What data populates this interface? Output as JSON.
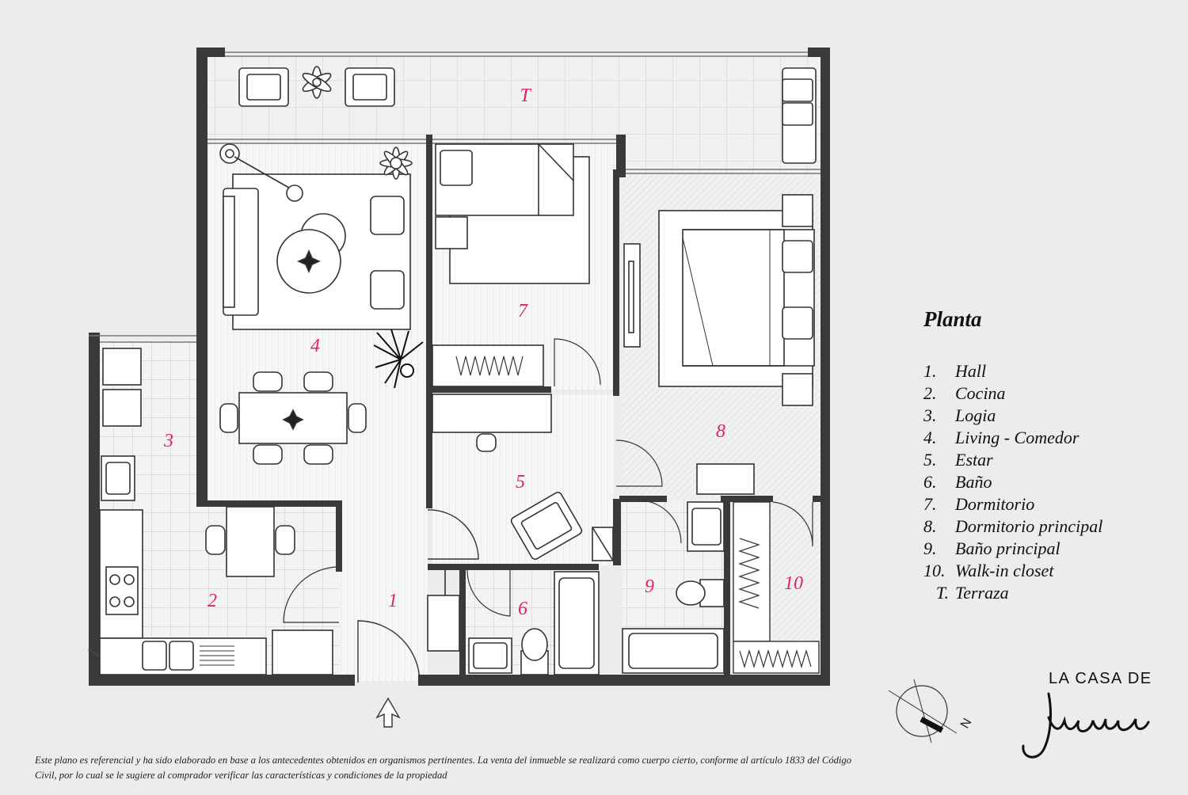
{
  "legend": {
    "title": "Planta",
    "items": [
      {
        "num": "1.",
        "label": "Hall"
      },
      {
        "num": "2.",
        "label": "Cocina"
      },
      {
        "num": "3.",
        "label": "Logia"
      },
      {
        "num": "4.",
        "label": "Living - Comedor"
      },
      {
        "num": "5.",
        "label": "Estar"
      },
      {
        "num": "6.",
        "label": "Baño"
      },
      {
        "num": "7.",
        "label": "Dormitorio"
      },
      {
        "num": "8.",
        "label": "Dormitorio principal"
      },
      {
        "num": "9.",
        "label": "Baño principal"
      },
      {
        "num": "10.",
        "label": "Walk-in closet"
      },
      {
        "num": "T.",
        "label": "Terraza"
      }
    ]
  },
  "rooms": {
    "r1": "1",
    "r2": "2",
    "r3": "3",
    "r4": "4",
    "r5": "5",
    "r6": "6",
    "r7": "7",
    "r8": "8",
    "r9": "9",
    "r10": "10",
    "rT": "T"
  },
  "compass_letter": "N",
  "disclaimer": "Este plano es referencial y ha sido elaborado en base a los antecedentes obtenidos en organismos pertinentes.  La venta del inmueble se realizará como cuerpo cierto, conforme al artículo 1833 del Código Civil, por lo cual se le sugiere al comprador verificar las características y condiciones de la propiedad",
  "brand": {
    "top": "LA CASA DE",
    "script": "Juana"
  },
  "colors": {
    "room_label": "#e0245e",
    "wall": "#3a3a3a",
    "tile_line": "#cfcfcf"
  }
}
